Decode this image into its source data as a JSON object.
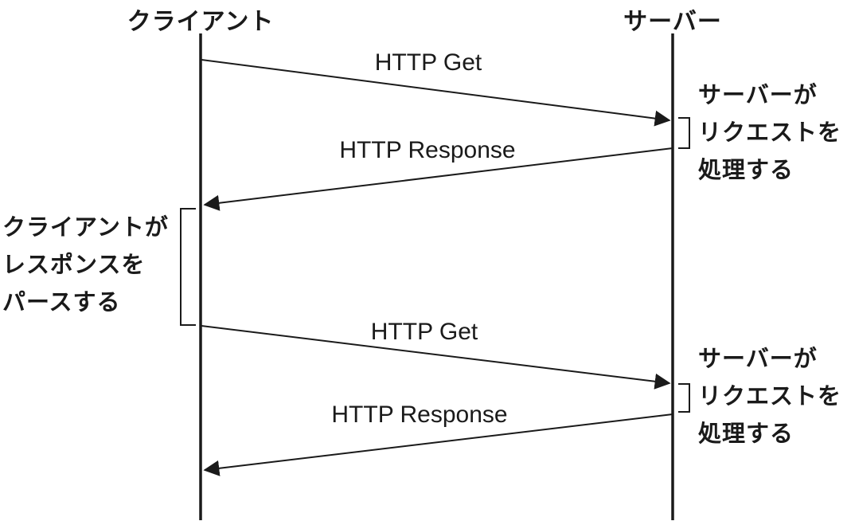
{
  "diagram": {
    "type": "sequence-diagram",
    "actors": [
      {
        "id": "client",
        "label": "クライアント"
      },
      {
        "id": "server",
        "label": "サーバー"
      }
    ],
    "messages": [
      {
        "label": "HTTP Get",
        "from": "client",
        "to": "server"
      },
      {
        "label": "HTTP Response",
        "from": "server",
        "to": "client"
      },
      {
        "label": "HTTP Get",
        "from": "client",
        "to": "server"
      },
      {
        "label": "HTTP Response",
        "from": "server",
        "to": "client"
      }
    ],
    "annotations": [
      {
        "side": "server",
        "lines": [
          "サーバーが",
          "リクエストを",
          "処理する"
        ]
      },
      {
        "side": "client",
        "lines": [
          "クライアントが",
          "レスポンスを",
          "パースする"
        ]
      },
      {
        "side": "server",
        "lines": [
          "サーバーが",
          "リクエストを",
          "処理する"
        ]
      }
    ]
  },
  "colors": {
    "ink": "#1a1a1a",
    "background": "#ffffff"
  }
}
